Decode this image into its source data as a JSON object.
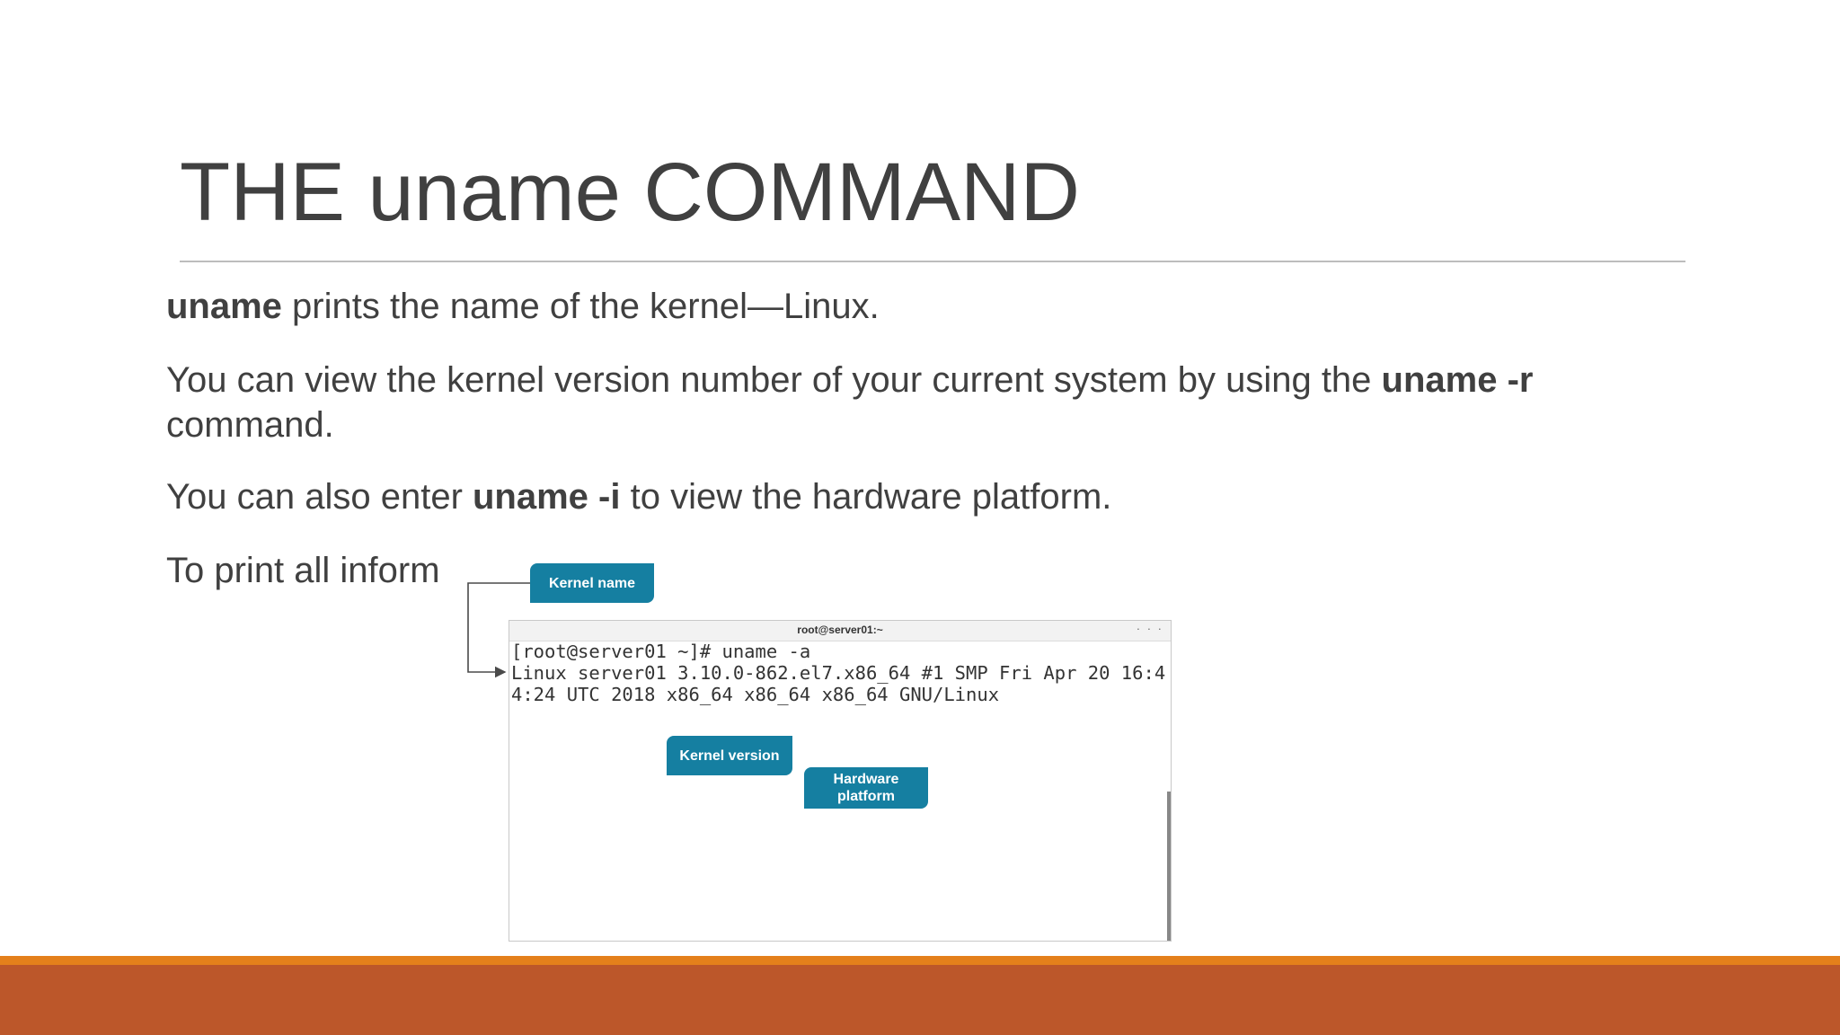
{
  "slide": {
    "title": "THE uname COMMAND",
    "paragraphs": {
      "p1": {
        "bold": "uname",
        "rest": " prints the name of the kernel—Linux."
      },
      "p2": {
        "pre": "You can view the kernel version number of your current system by using the ",
        "bold": "uname -r",
        "post": " command."
      },
      "p3": {
        "pre": "You can also enter ",
        "bold": "uname -i",
        "post": " to view the hardware platform."
      },
      "p4": {
        "visible_text": "To print all inform"
      }
    }
  },
  "figure": {
    "terminal": {
      "title": "root@server01:~",
      "controls": "· · ·",
      "lines": [
        "[root@server01 ~]# uname -a",
        "Linux server01 3.10.0-862.el7.x86_64 #1 SMP Fri Apr 20 16:4",
        "4:24 UTC 2018 x86_64 x86_64 x86_64 GNU/Linux"
      ]
    },
    "callouts": {
      "kernel_name": "Kernel name",
      "kernel_version": "Kernel version",
      "hardware_platform_line1": "Hardware",
      "hardware_platform_line2": "platform"
    },
    "colors": {
      "callout": "#157fa1",
      "connector": "#4a4a4a"
    }
  },
  "theme": {
    "footer_orange": "#e4801b",
    "footer_rust": "#bc572a",
    "title_rule": "#bdbdbd",
    "text": "#404040"
  }
}
